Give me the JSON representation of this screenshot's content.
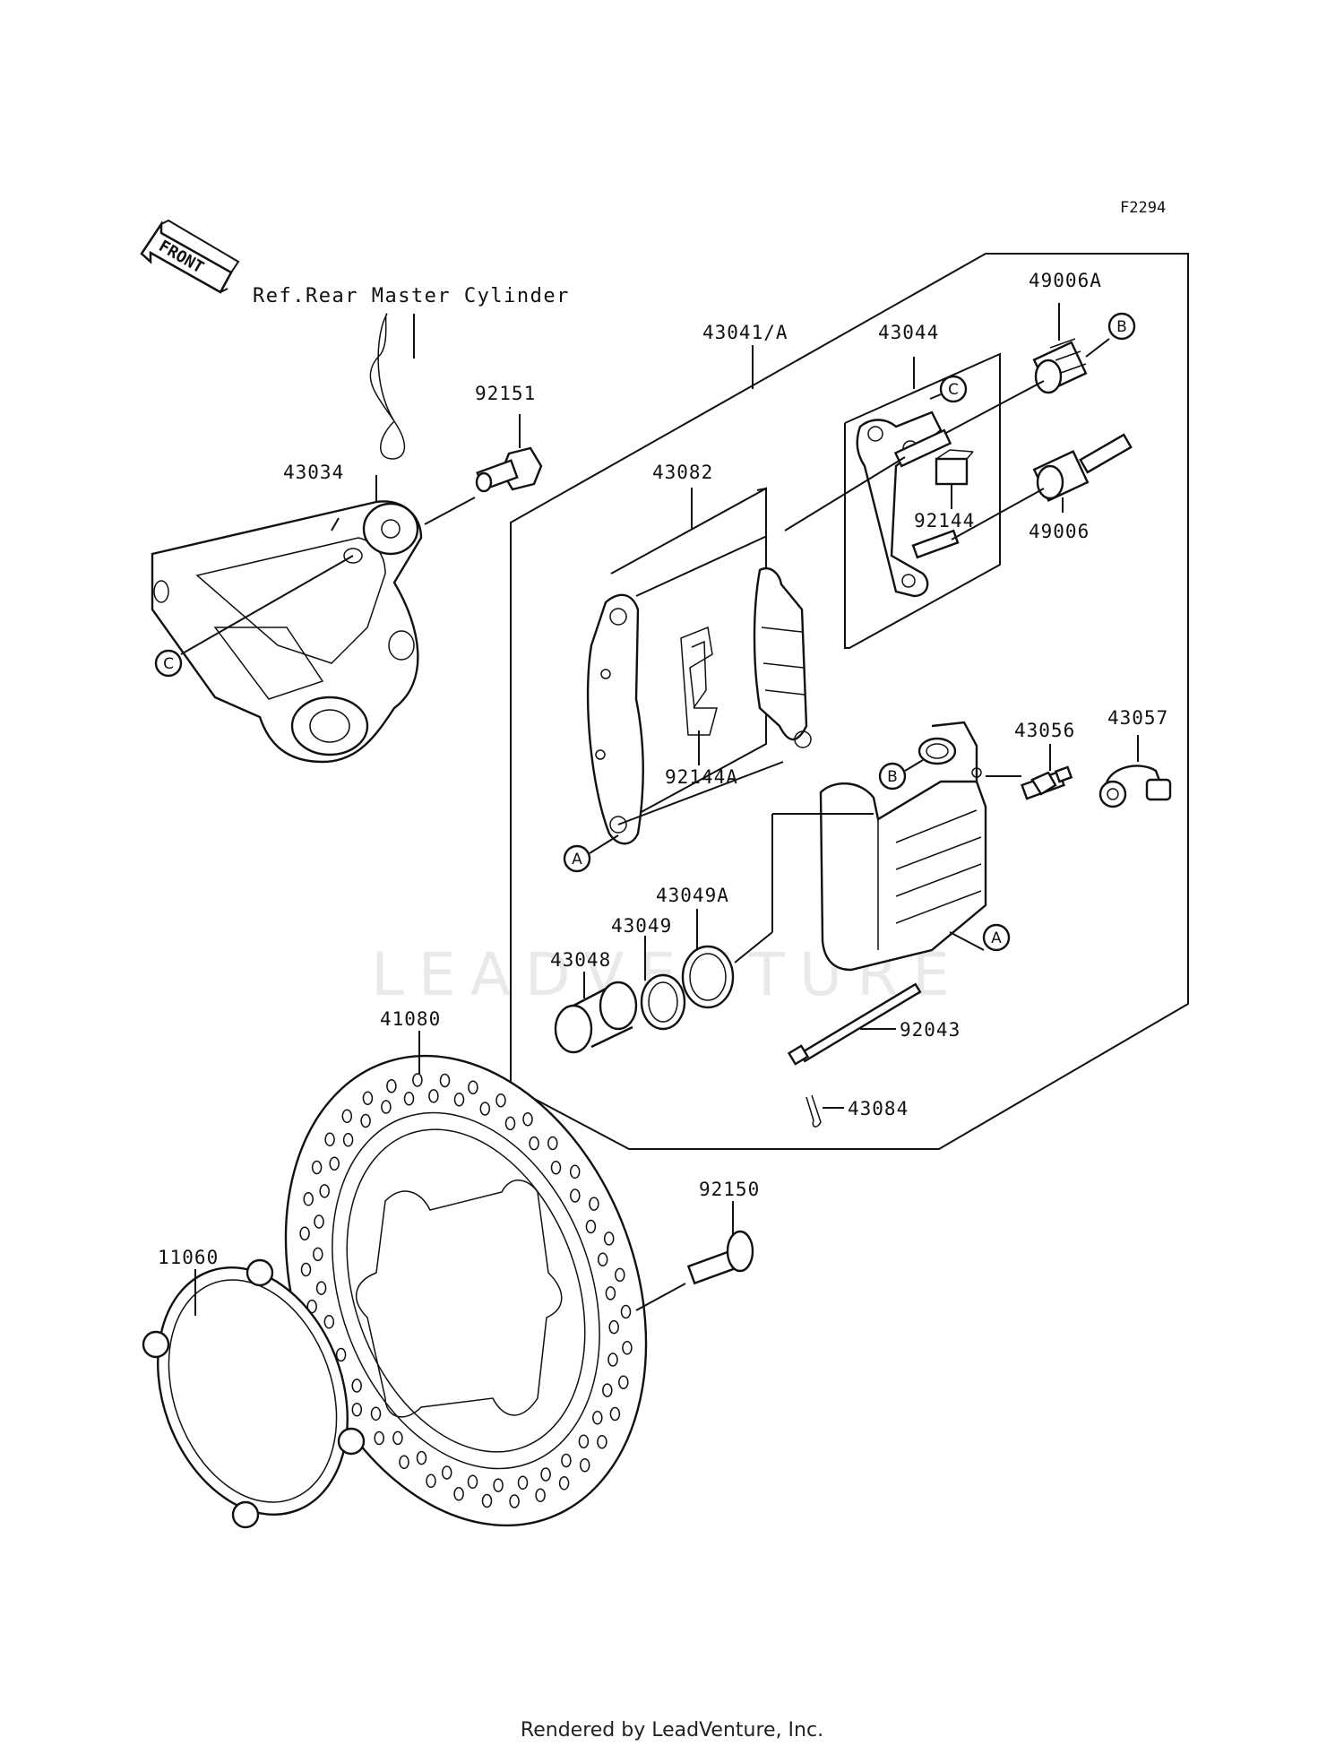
{
  "figure_id": "F2294",
  "front_label": "FRONT",
  "reference_note": "Ref.Rear Master Cylinder",
  "watermark": "LEADVENTURE",
  "footer": "Rendered by LeadVenture, Inc.",
  "callout_letters": {
    "a": "A",
    "b": "B",
    "c": "C"
  },
  "parts": {
    "p43041A": "43041/A",
    "p43044": "43044",
    "p49006A": "49006A",
    "p92151": "92151",
    "p43034": "43034",
    "p43082": "43082",
    "p92144": "92144",
    "p49006": "49006",
    "p92144A": "92144A",
    "p43056": "43056",
    "p43057": "43057",
    "p43049A": "43049A",
    "p43049": "43049",
    "p43048": "43048",
    "p92043": "92043",
    "p41080": "41080",
    "p43084": "43084",
    "p92150": "92150",
    "p11060": "11060"
  }
}
